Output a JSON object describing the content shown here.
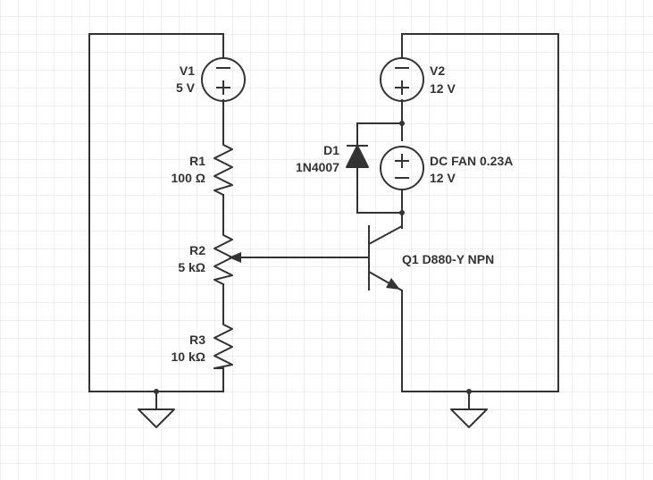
{
  "colors": {
    "ink": "#333333",
    "grid": "#d9d9d9",
    "background": "#ffffff"
  },
  "components": {
    "v1": {
      "name": "V1",
      "value": "5 V"
    },
    "v2": {
      "name": "V2",
      "value": "12 V"
    },
    "r1": {
      "name": "R1",
      "value": "100 Ω"
    },
    "r2": {
      "name": "R2",
      "value": "5 kΩ"
    },
    "r3": {
      "name": "R3",
      "value": "10 kΩ"
    },
    "d1": {
      "name": "D1",
      "value": "1N4007"
    },
    "fan": {
      "name": "DC FAN 0.23A",
      "value": "12 V"
    },
    "q1": {
      "name": "Q1 D880-Y NPN"
    }
  },
  "icons": [
    "voltage-source-icon",
    "resistor-icon",
    "potentiometer-icon",
    "diode-icon",
    "npn-transistor-icon",
    "ground-icon"
  ]
}
